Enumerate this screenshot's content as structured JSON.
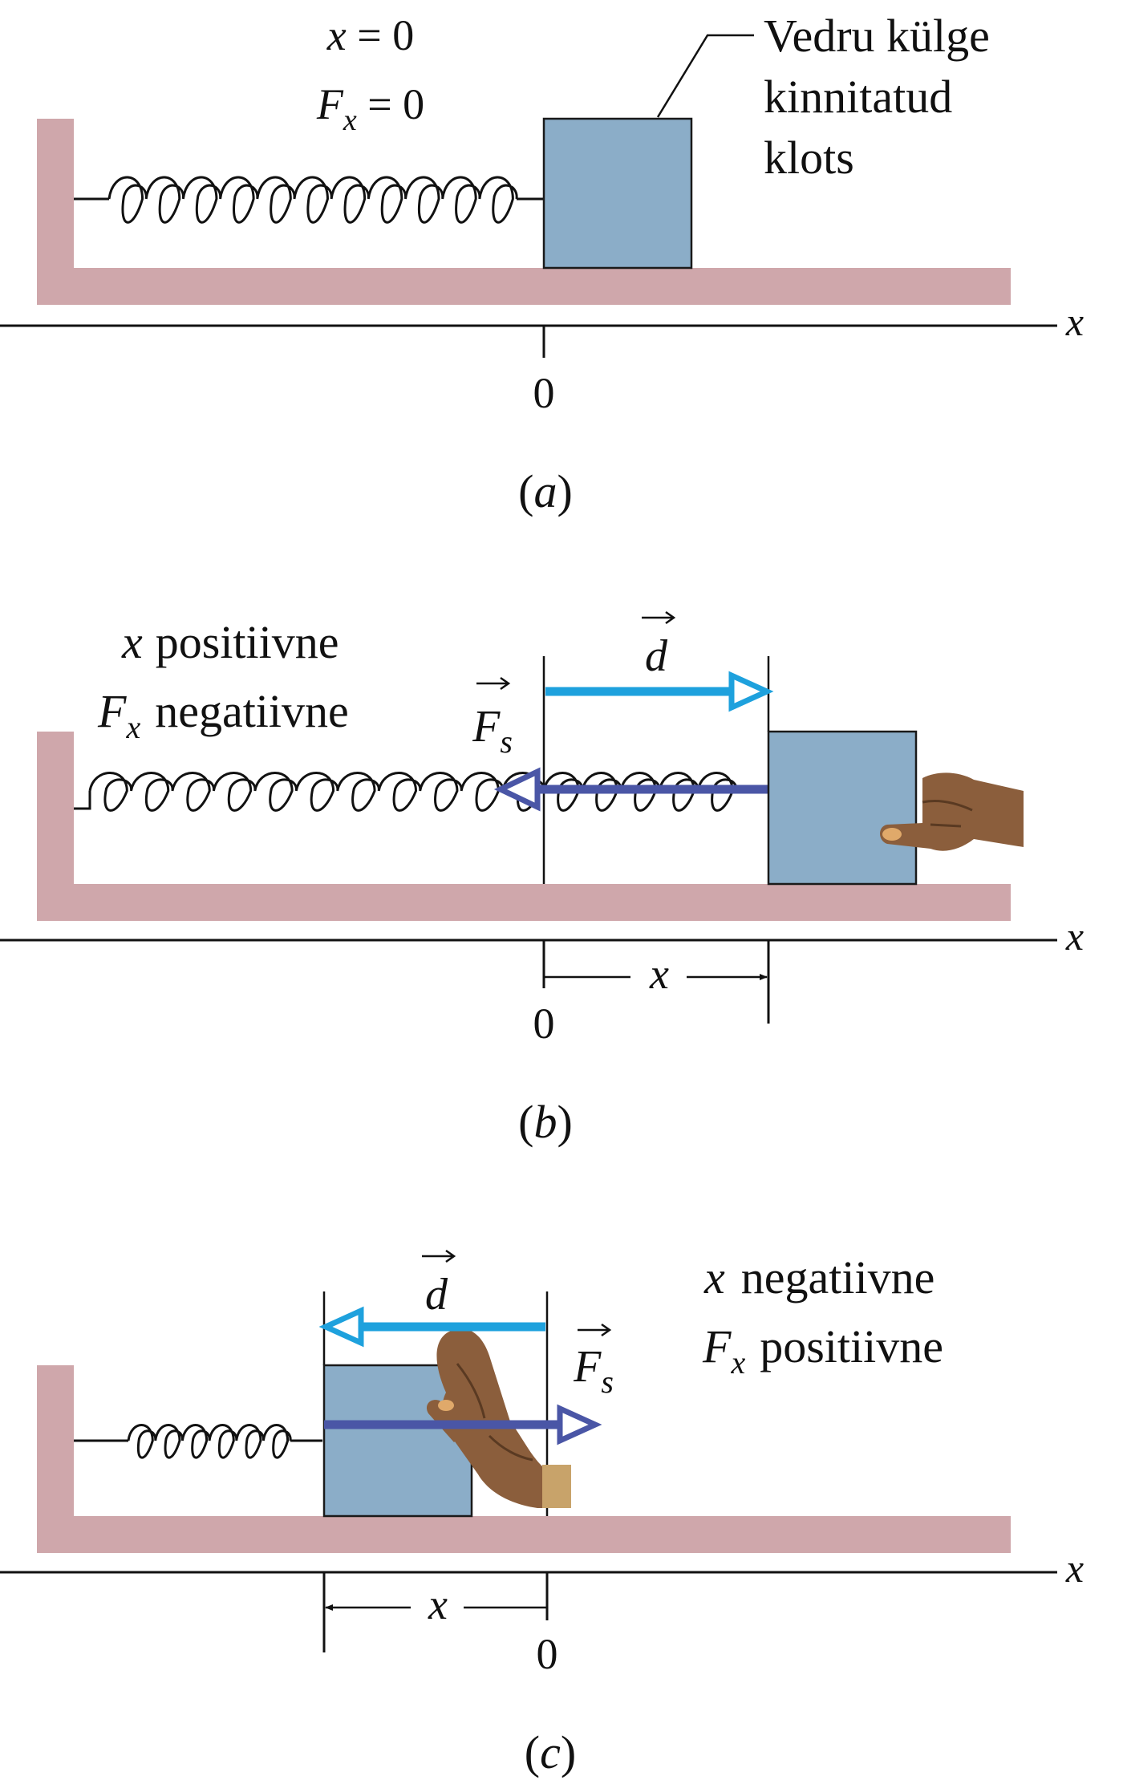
{
  "colors": {
    "wall": "#cfa7ab",
    "block": "#8badc8",
    "block_stroke": "#1a1a1a",
    "displacement_arrow": "#1ea1dd",
    "force_arrow": "#4a56a6",
    "line": "#111111",
    "skin": "#8b5e3c",
    "skin_dark": "#5a3a22",
    "nail": "#e0a96a"
  },
  "axis_label": "x",
  "panel_a": {
    "caption_open": "(",
    "caption_letter": "a",
    "caption_close": ")",
    "origin_label": "0",
    "eq1_var": "x",
    "eq1_rest": " = 0",
    "eq2_var": "F",
    "eq2_sub": "x",
    "eq2_rest": " = 0",
    "block_label_lines": [
      "Vedru külge",
      "kinnitatud",
      "klots"
    ]
  },
  "panel_b": {
    "caption_open": "(",
    "caption_letter": "b",
    "caption_close": ")",
    "origin_label": "0",
    "line1_var": "x",
    "line1_word": "positiivne",
    "line2_var": "F",
    "line2_sub": "x",
    "line2_word": "negatiivne",
    "displacement_symbol": "d",
    "force_symbol": "F",
    "force_sub": "s",
    "dimension_label": "x"
  },
  "panel_c": {
    "caption_open": "(",
    "caption_letter": "c",
    "caption_close": ")",
    "origin_label": "0",
    "line1_var": "x",
    "line1_word": "negatiivne",
    "line2_var": "F",
    "line2_sub": "x",
    "line2_word": "positiivne",
    "displacement_symbol": "d",
    "force_symbol": "F",
    "force_sub": "s",
    "dimension_label": "x"
  }
}
